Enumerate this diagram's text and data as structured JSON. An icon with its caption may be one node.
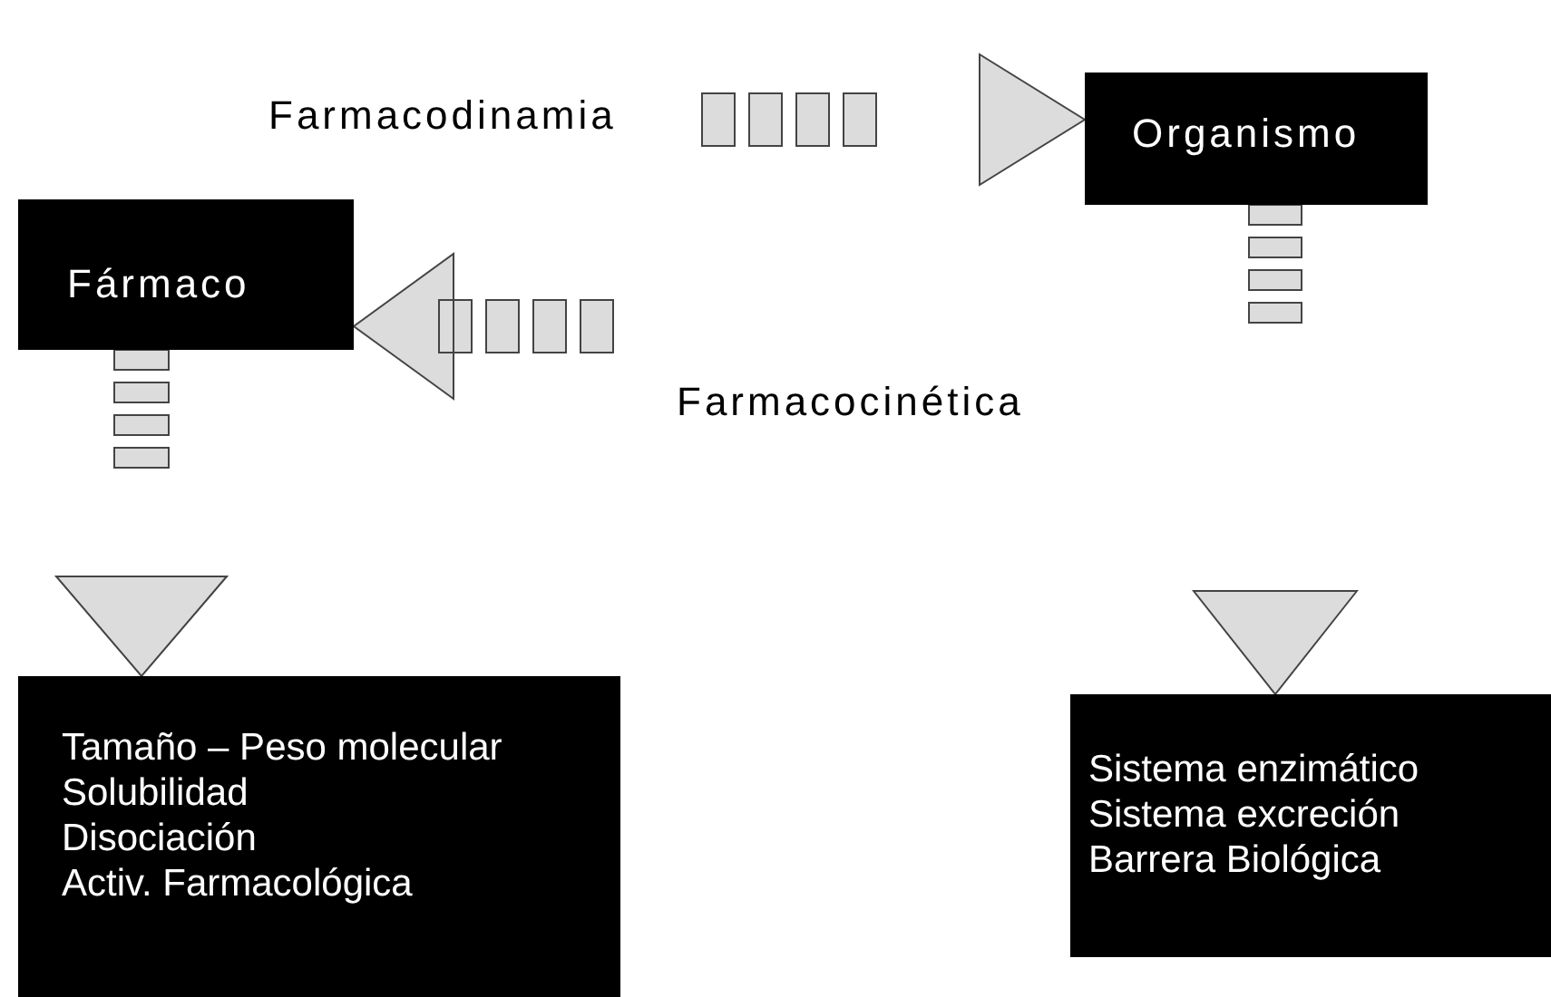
{
  "diagram": {
    "nodes": [
      {
        "text": [
          "Fármaco"
        ]
      },
      {
        "text": [
          "Organismo"
        ]
      },
      {
        "text": [
          "Tamaño – Peso molecular",
          "Solubilidad",
          "Disociación",
          "Activ. Farmacológica"
        ]
      },
      {
        "text": [
          "Sistema enzimático",
          "Sistema excreción",
          "Barrera Biológica"
        ]
      }
    ],
    "edges": [
      {
        "from": null,
        "to": 1,
        "arrow": "to"
      },
      {
        "from": null,
        "to": 0,
        "arrow": "to"
      },
      {
        "from": 0,
        "to": 2,
        "arrow": "to"
      },
      {
        "from": 1,
        "to": 3,
        "arrow": "to"
      }
    ],
    "labels": [
      "Farmacodinamia",
      "Farmacocinética"
    ]
  }
}
